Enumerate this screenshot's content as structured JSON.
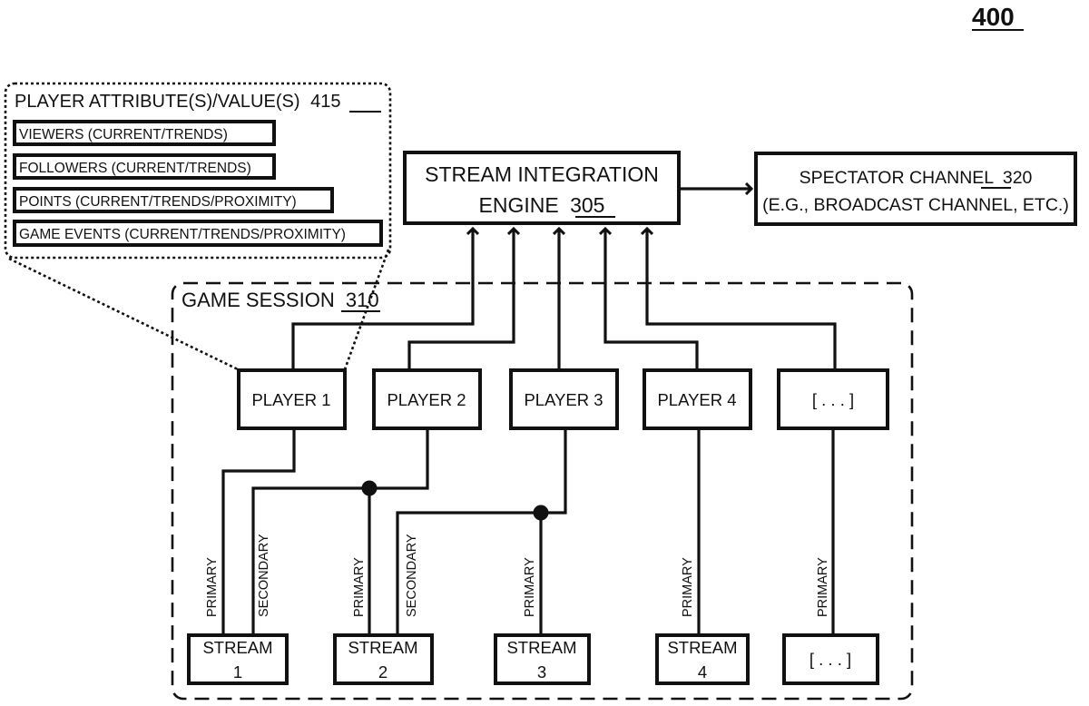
{
  "figure": {
    "number": "400"
  },
  "attributes_panel": {
    "title": "PLAYER ATTRIBUTE(S)/VALUE(S)",
    "ref": "415",
    "items": [
      "VIEWERS (CURRENT/TRENDS)",
      "FOLLOWERS (CURRENT/TRENDS)",
      "POINTS (CURRENT/TRENDS/PROXIMITY)",
      "GAME EVENTS (CURRENT/TRENDS/PROXIMITY)"
    ]
  },
  "engine": {
    "line1": "STREAM INTEGRATION",
    "line2": "ENGINE",
    "ref": "305"
  },
  "spectator": {
    "line1": "SPECTATOR CHANNEL",
    "ref": "320",
    "line2": "(E.G., BROADCAST CHANNEL, ETC.)"
  },
  "game_session": {
    "title": "GAME SESSION",
    "ref": "310"
  },
  "players": [
    "PLAYER 1",
    "PLAYER 2",
    "PLAYER 3",
    "PLAYER 4",
    "[ . . . ]"
  ],
  "streams": [
    {
      "line1": "STREAM",
      "line2": "1"
    },
    {
      "line1": "STREAM",
      "line2": "2"
    },
    {
      "line1": "STREAM",
      "line2": "3"
    },
    {
      "line1": "STREAM",
      "line2": "4"
    },
    {
      "line1": "[ . . . ]",
      "line2": ""
    }
  ],
  "link_labels": {
    "primary": "PRIMARY",
    "secondary": "SECONDARY"
  }
}
